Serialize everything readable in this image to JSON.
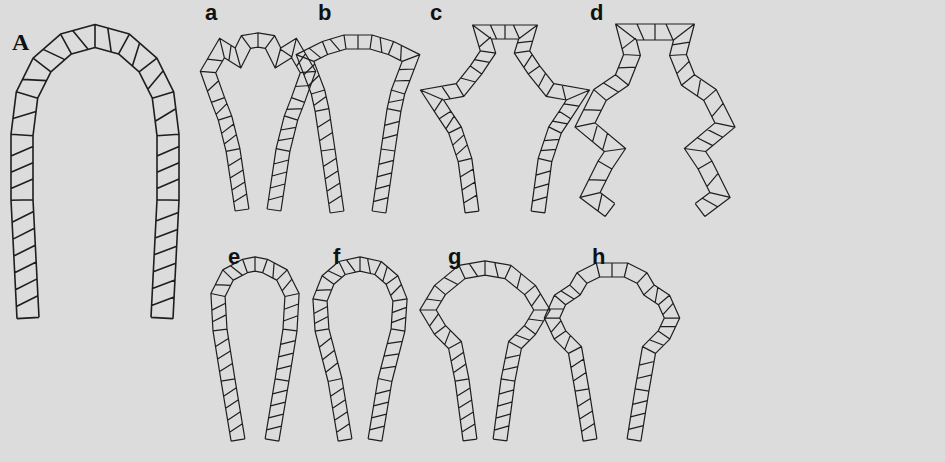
{
  "diagram": {
    "labels": [
      "A",
      "a",
      "b",
      "c",
      "d",
      "e",
      "f",
      "g",
      "h"
    ]
  }
}
